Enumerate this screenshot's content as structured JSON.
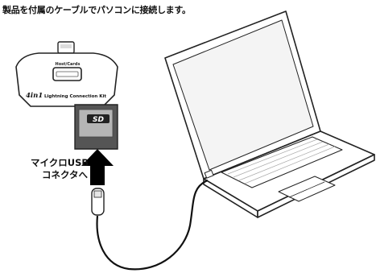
{
  "caption": "製品を付属のケーブルでパソコンに接続します。",
  "reader": {
    "port_label": "Host/Cards",
    "brand": "4in1",
    "product_name": "Lightning Connection Kit",
    "card_logo": "SD"
  },
  "callout": {
    "line1": "マイクロUSB",
    "line2": "コネクタへ"
  },
  "icons": [
    "sd-card-icon",
    "arrow-up-icon",
    "micro-usb-plug-icon",
    "laptop-icon"
  ]
}
